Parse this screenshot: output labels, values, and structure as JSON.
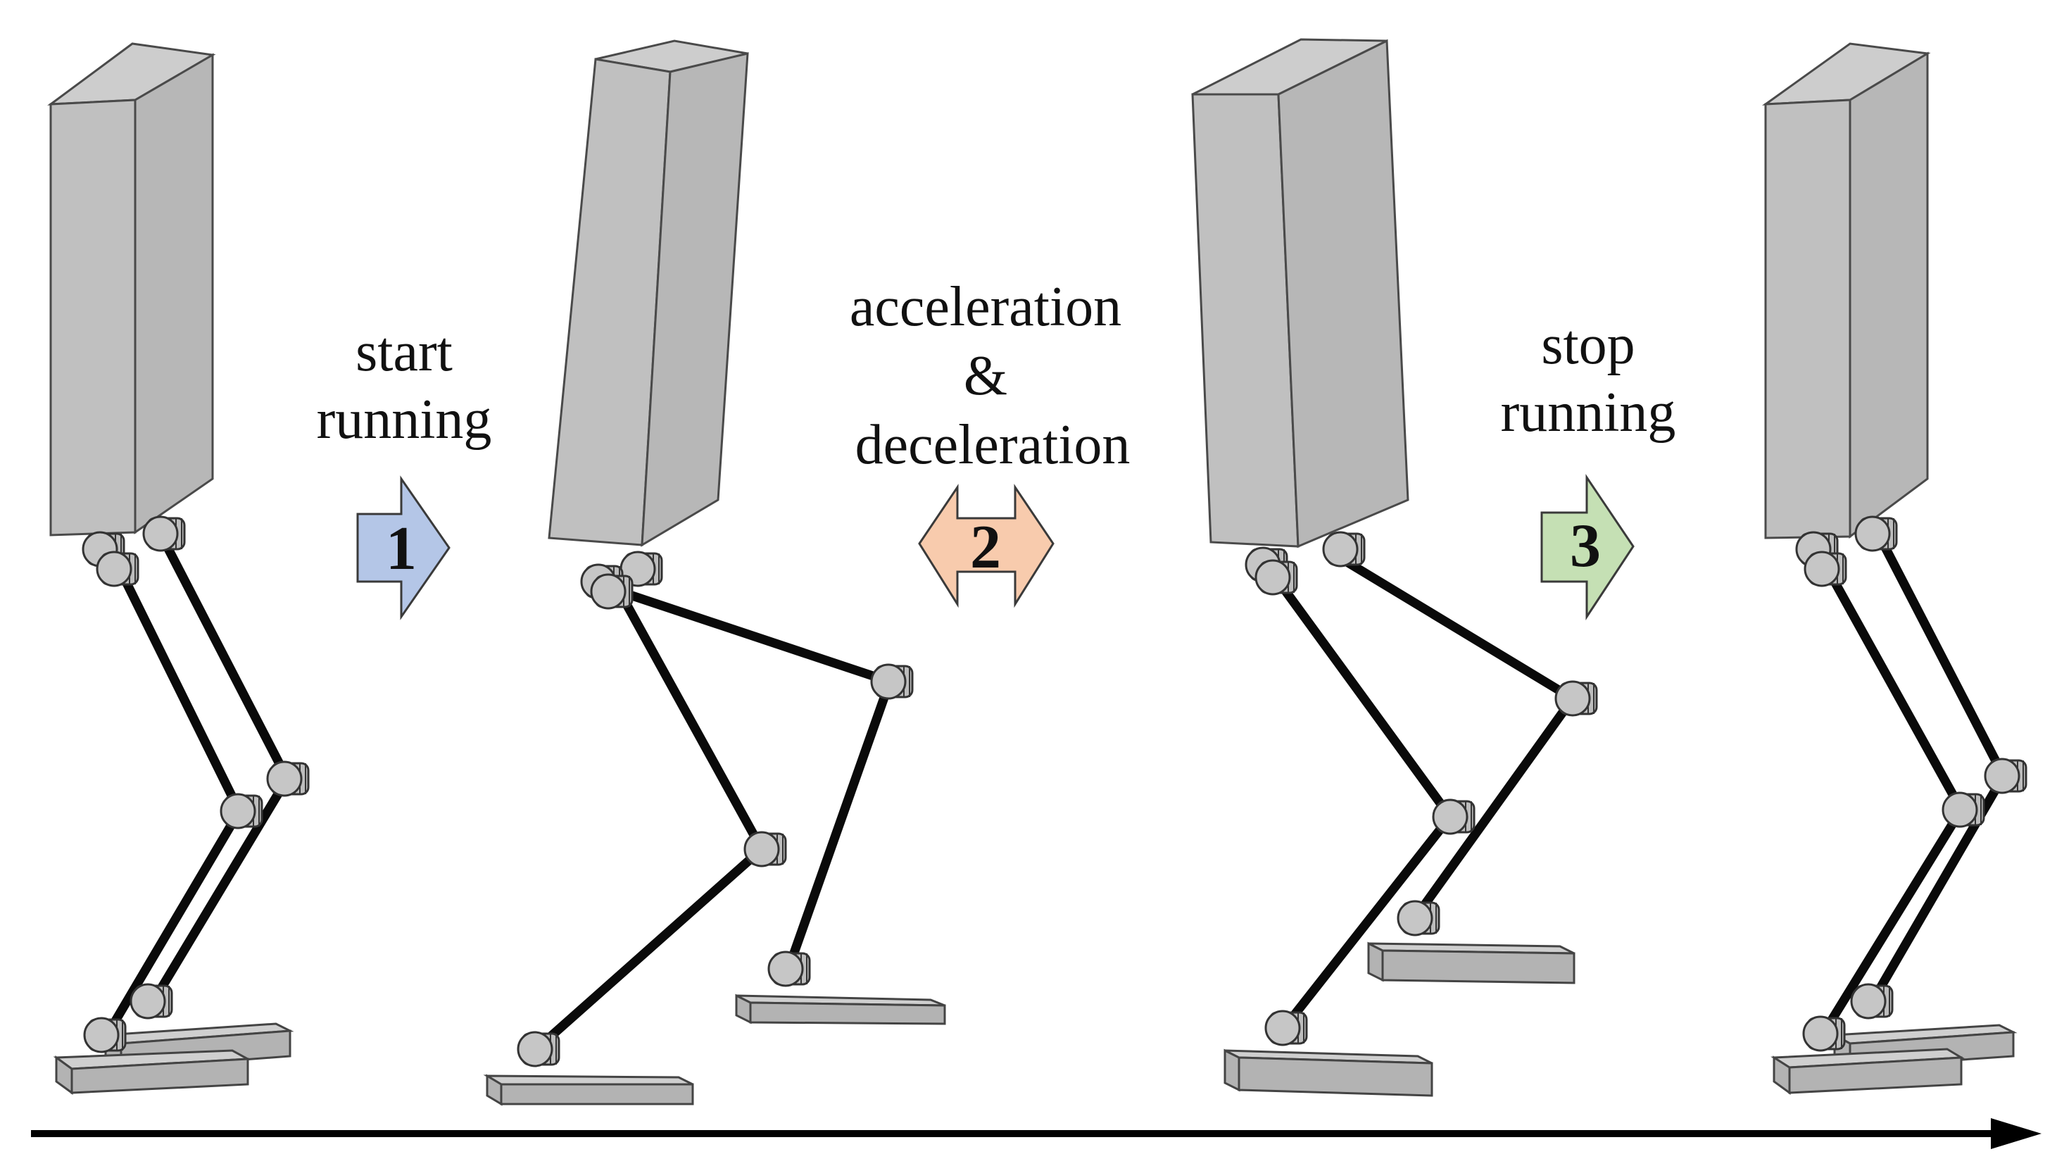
{
  "figure": {
    "captions": [
      {
        "id": "step1",
        "lines": [
          "start",
          "running"
        ]
      },
      {
        "id": "step2",
        "lines": [
          "acceleration",
          "&",
          "deceleration"
        ]
      },
      {
        "id": "step3",
        "lines": [
          "stop",
          "running"
        ]
      }
    ],
    "step_arrows": [
      {
        "id": "arrow1",
        "label": "1",
        "shape": "right-arrow",
        "color": "#b4c6e7"
      },
      {
        "id": "arrow2",
        "label": "2",
        "shape": "double-arrow",
        "color": "#f8cbad"
      },
      {
        "id": "arrow3",
        "label": "3",
        "shape": "right-arrow",
        "color": "#c5e0b4"
      }
    ],
    "poses": [
      {
        "id": "pose-standing-start",
        "description_icon": "biped-robot-standing-icon"
      },
      {
        "id": "pose-running-1",
        "description_icon": "biped-robot-running-icon"
      },
      {
        "id": "pose-running-2",
        "description_icon": "biped-robot-running-icon"
      },
      {
        "id": "pose-standing-end",
        "description_icon": "biped-robot-standing-icon"
      }
    ],
    "timeline": {
      "icon": "time-arrow-icon"
    },
    "colors": {
      "robot_body": "#c0c0c0",
      "legs": "#0a0a0a",
      "arrow1": "#b4c6e7",
      "arrow2": "#f8cbad",
      "arrow3": "#c5e0b4"
    }
  }
}
